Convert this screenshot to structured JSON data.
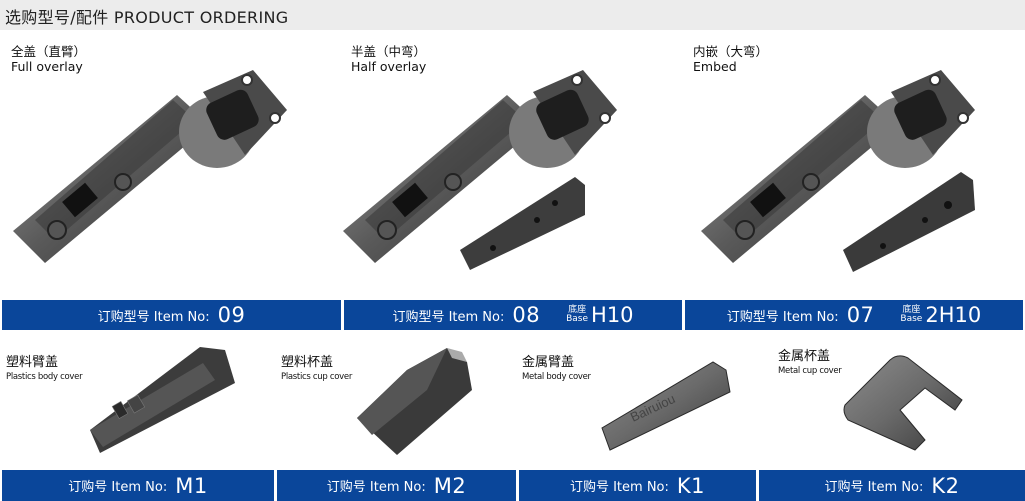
{
  "header": {
    "title": "选购型号/配件  PRODUCT ORDERING"
  },
  "hinge_variants": [
    {
      "zh": "全盖（直臂）",
      "en": "Full overlay",
      "item_prefix": "订购型号 Item No:",
      "item_no": "09",
      "base_label_zh": "",
      "base_label_en": "",
      "base_code": ""
    },
    {
      "zh": "半盖（中弯）",
      "en": "Half overlay",
      "item_prefix": "订购型号 Item No:",
      "item_no": "08",
      "base_label_zh": "底座",
      "base_label_en": "Base",
      "base_code": "H10"
    },
    {
      "zh": "内嵌（大弯）",
      "en": " Embed",
      "item_prefix": "订购型号 Item No:",
      "item_no": "07",
      "base_label_zh": "底座",
      "base_label_en": "Base",
      "base_code": "2H10"
    }
  ],
  "accessories": [
    {
      "zh": "塑料臂盖",
      "en": "Plastics body cover",
      "item_prefix": "订购号 Item No:",
      "item_no": "M1"
    },
    {
      "zh": "塑料杯盖",
      "en": "Plastics cup cover",
      "item_prefix": "订购号 Item No:",
      "item_no": "M2"
    },
    {
      "zh": "金属臂盖",
      "en": "Metal body cover",
      "item_prefix": "订购号 Item No:",
      "item_no": "K1"
    },
    {
      "zh": "金属杯盖",
      "en": "Metal cup cover",
      "item_prefix": "订购号 Item No:",
      "item_no": "K2"
    }
  ],
  "colors": {
    "bar_blue": "#0a469a",
    "header_gray": "#ececec"
  }
}
